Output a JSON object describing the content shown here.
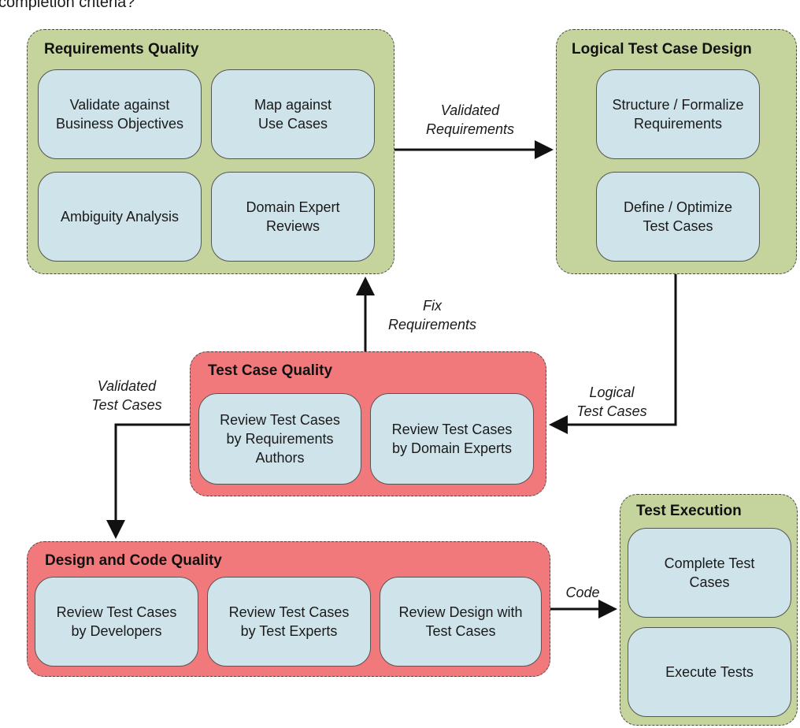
{
  "header_text": "completion criteria?",
  "groups": {
    "requirements_quality": {
      "title": "Requirements Quality",
      "items": [
        "Validate against\nBusiness Objectives",
        "Map against\nUse Cases",
        "Ambiguity Analysis",
        "Domain Expert\nReviews"
      ]
    },
    "logical_test_case_design": {
      "title": "Logical Test Case Design",
      "items": [
        "Structure / Formalize\nRequirements",
        "Define / Optimize\nTest Cases"
      ]
    },
    "test_case_quality": {
      "title": "Test Case Quality",
      "items": [
        "Review Test Cases\nby Requirements\nAuthors",
        "Review Test Cases\nby Domain Experts"
      ]
    },
    "design_and_code_quality": {
      "title": "Design and Code Quality",
      "items": [
        "Review Test Cases\nby Developers",
        "Review Test Cases\nby Test Experts",
        "Review Design with\nTest Cases"
      ]
    },
    "test_execution": {
      "title": "Test Execution",
      "items": [
        "Complete Test\nCases",
        "Execute Tests"
      ]
    }
  },
  "edge_labels": {
    "validated_requirements": "Validated\nRequirements",
    "fix_requirements": "Fix\nRequirements",
    "logical_test_cases": "Logical\nTest Cases",
    "validated_test_cases": "Validated\nTest Cases",
    "code": "Code"
  },
  "colors": {
    "green_group": "#c4d49c",
    "red_group": "#f2797b",
    "item_box": "#cfe3ea"
  }
}
